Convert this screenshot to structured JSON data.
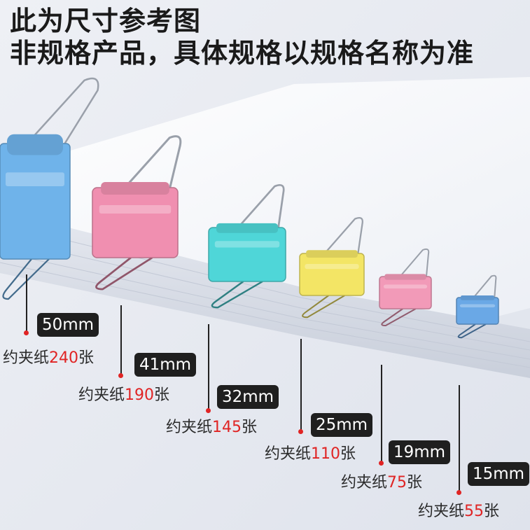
{
  "headline": {
    "line1": "此为尺寸参考图",
    "line2": "非规格产品，具体规格以规格名称为准"
  },
  "clips": [
    {
      "size": "50mm",
      "capacity_prefix": "约夹纸",
      "capacity_number": "240",
      "capacity_suffix": "张",
      "color": "#6fb3ea"
    },
    {
      "size": "41mm",
      "capacity_prefix": "约夹纸",
      "capacity_number": "190",
      "capacity_suffix": "张",
      "color": "#f08fb0"
    },
    {
      "size": "32mm",
      "capacity_prefix": "约夹纸",
      "capacity_number": "145",
      "capacity_suffix": "张",
      "color": "#4fd6d8"
    },
    {
      "size": "25mm",
      "capacity_prefix": "约夹纸",
      "capacity_number": "110",
      "capacity_suffix": "张",
      "color": "#f3e565"
    },
    {
      "size": "19mm",
      "capacity_prefix": "约夹纸",
      "capacity_number": "75",
      "capacity_suffix": "张",
      "color": "#f29ab8"
    },
    {
      "size": "15mm",
      "capacity_prefix": "约夹纸",
      "capacity_number": "55",
      "capacity_suffix": "张",
      "color": "#6aa8e6"
    }
  ],
  "accent_color": "#e02424",
  "badge_color": "#1f1f1f"
}
